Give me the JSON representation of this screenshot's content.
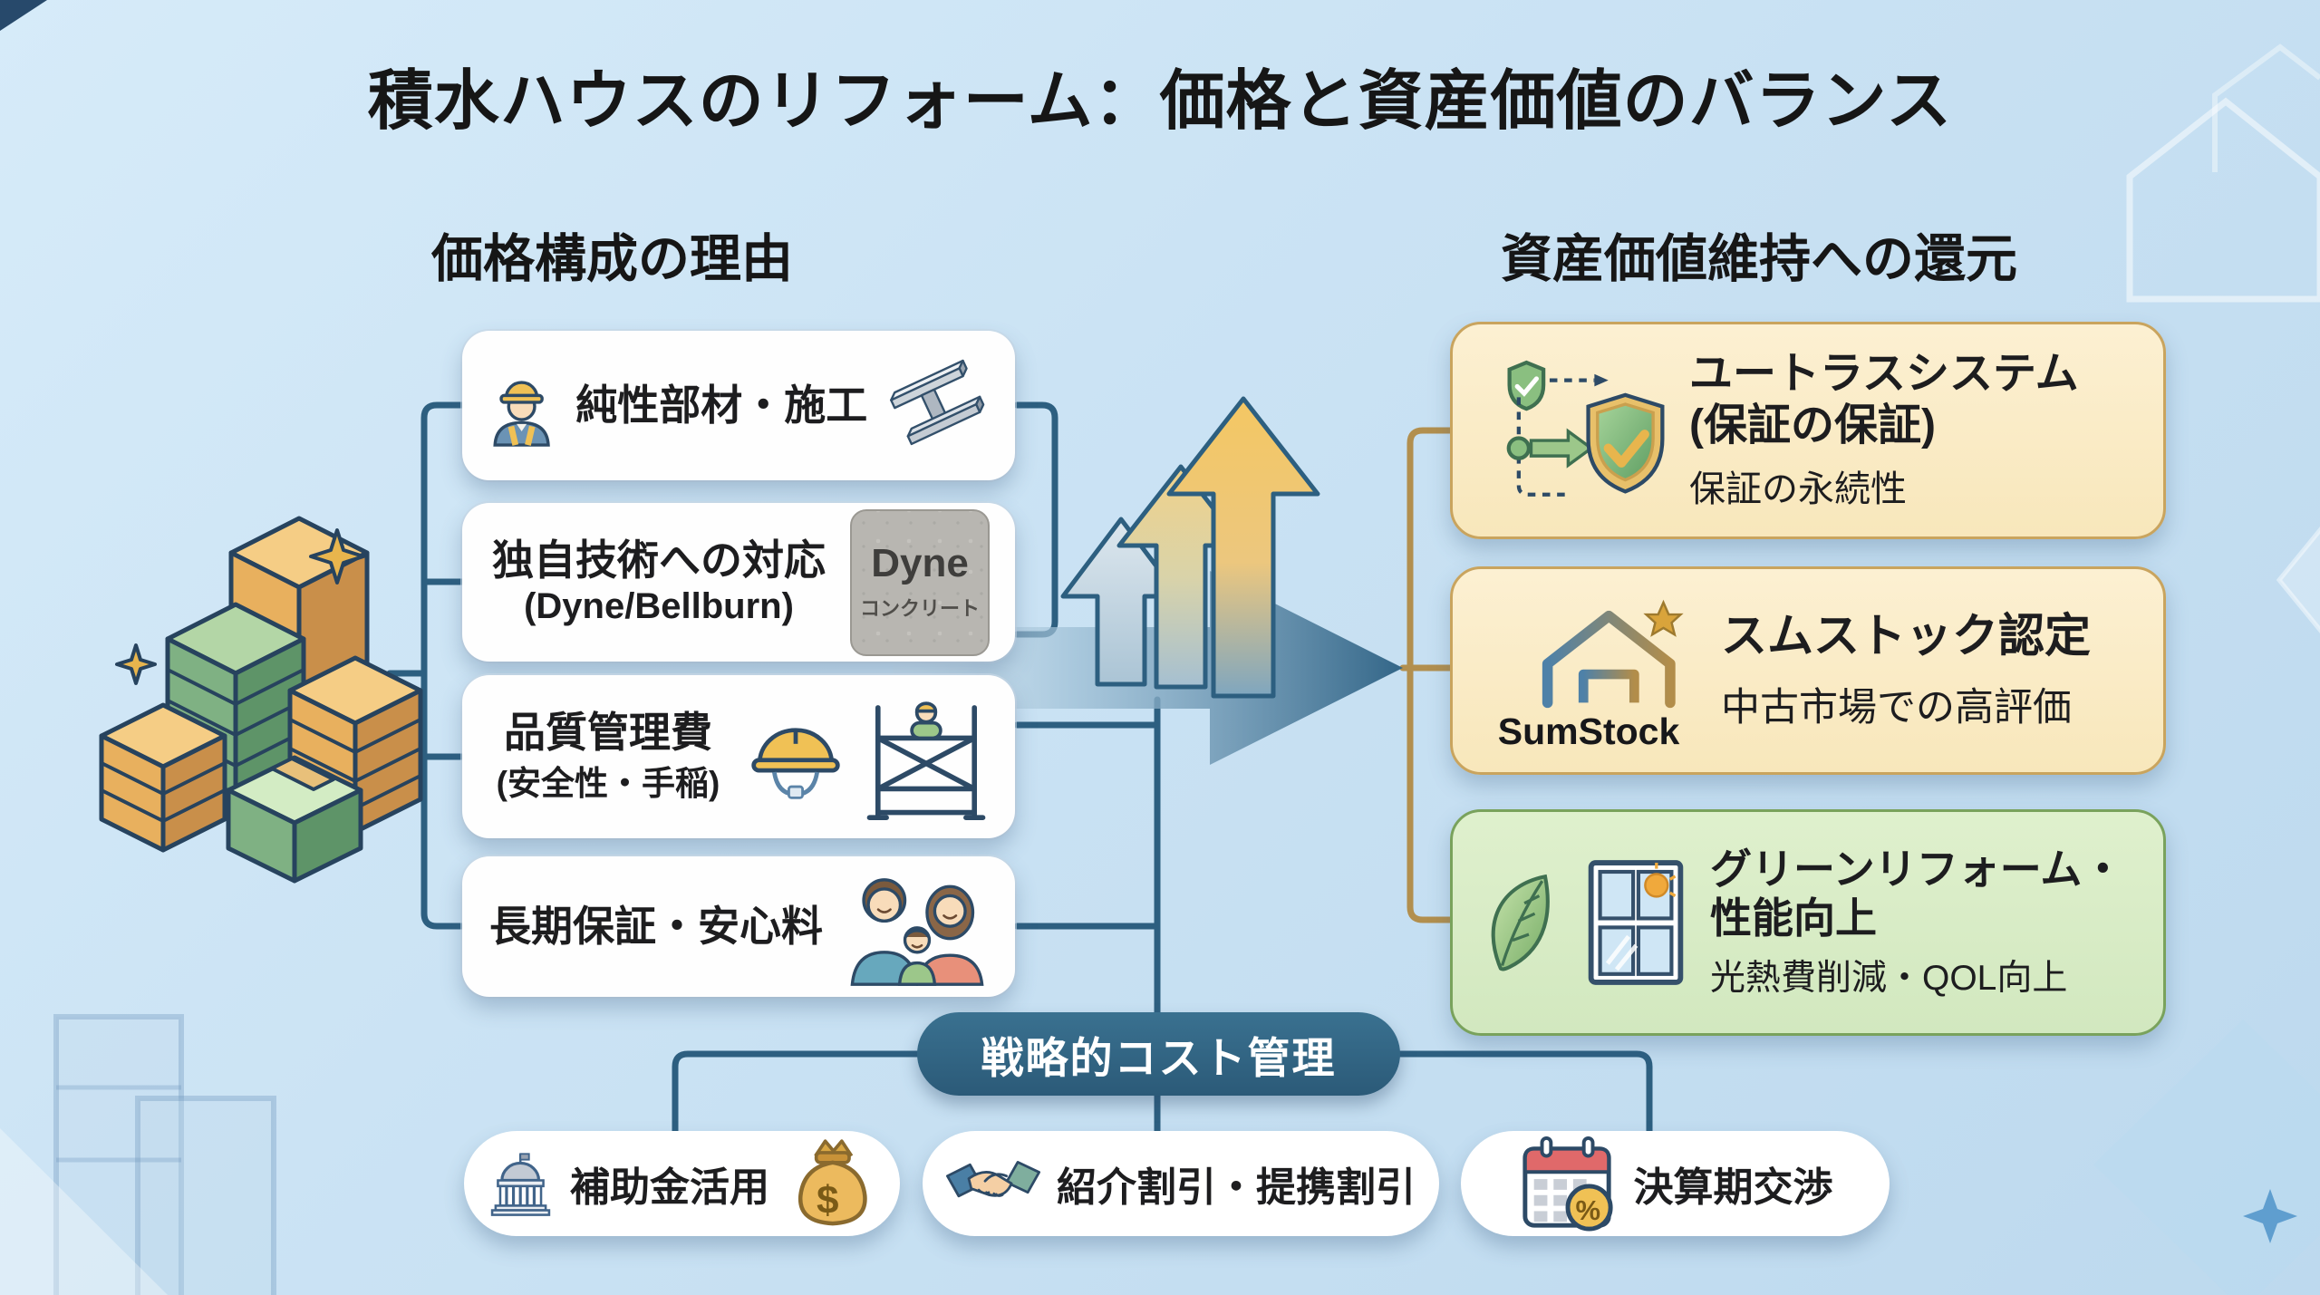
{
  "title": "積水ハウスのリフォーム：価格と資産価値のバランス",
  "left_section": {
    "heading": "価格構成の理由",
    "boxes": [
      {
        "label": "純性部材・施工"
      },
      {
        "label": "独自技術への対応",
        "label2": "(Dyne/Bellburn)"
      },
      {
        "label": "品質管理費",
        "label2": "(安全性・手稲)"
      },
      {
        "label": "長期保証・安心料"
      }
    ],
    "dyne_badge": {
      "line1": "Dyne",
      "line2": "コンクリート"
    }
  },
  "right_section": {
    "heading": "資産価値維持への還元",
    "boxes": [
      {
        "title": "ユートラスシステム",
        "title2": "(保証の保証)",
        "subtitle": "保証の永続性"
      },
      {
        "title": "スムストック認定",
        "subtitle": "中古市場での高評価",
        "logo_text": "SumStock"
      },
      {
        "title": "グリーンリフォーム・",
        "title2": "性能向上",
        "subtitle": "光熱費削減・QOL向上"
      }
    ]
  },
  "bottom_section": {
    "banner": "戦略的コスト管理",
    "pills": [
      {
        "label": "補助金活用"
      },
      {
        "label": "紹介割引・提携割引"
      },
      {
        "label": "決算期交渉"
      }
    ],
    "money_bag_symbol": "$",
    "percent_symbol": "%"
  },
  "icons": [
    "money-stacks",
    "construction-worker",
    "steel-beam",
    "dyne-concrete-badge",
    "safety-helmet",
    "scaffold",
    "family",
    "growth-arrows",
    "flow-arrow",
    "shield-warranty",
    "sumstock-house-star",
    "leaf",
    "window-sun",
    "government-building",
    "money-bag",
    "handshake",
    "calendar-percent"
  ],
  "colors": {
    "background": "#cbe3f4",
    "box_white": "#fefefe",
    "box_cream": "#f9e9c2",
    "box_cream_border": "#c9a45e",
    "box_green": "#d8ecc6",
    "box_green_border": "#79a25c",
    "banner_teal": "#306282",
    "connector_teal": "#2d5f80",
    "connector_gold": "#b28f4e",
    "arrow_blue": "#35688d",
    "arrow_yellow": "#f2c869",
    "text": "#1d1d1f"
  }
}
